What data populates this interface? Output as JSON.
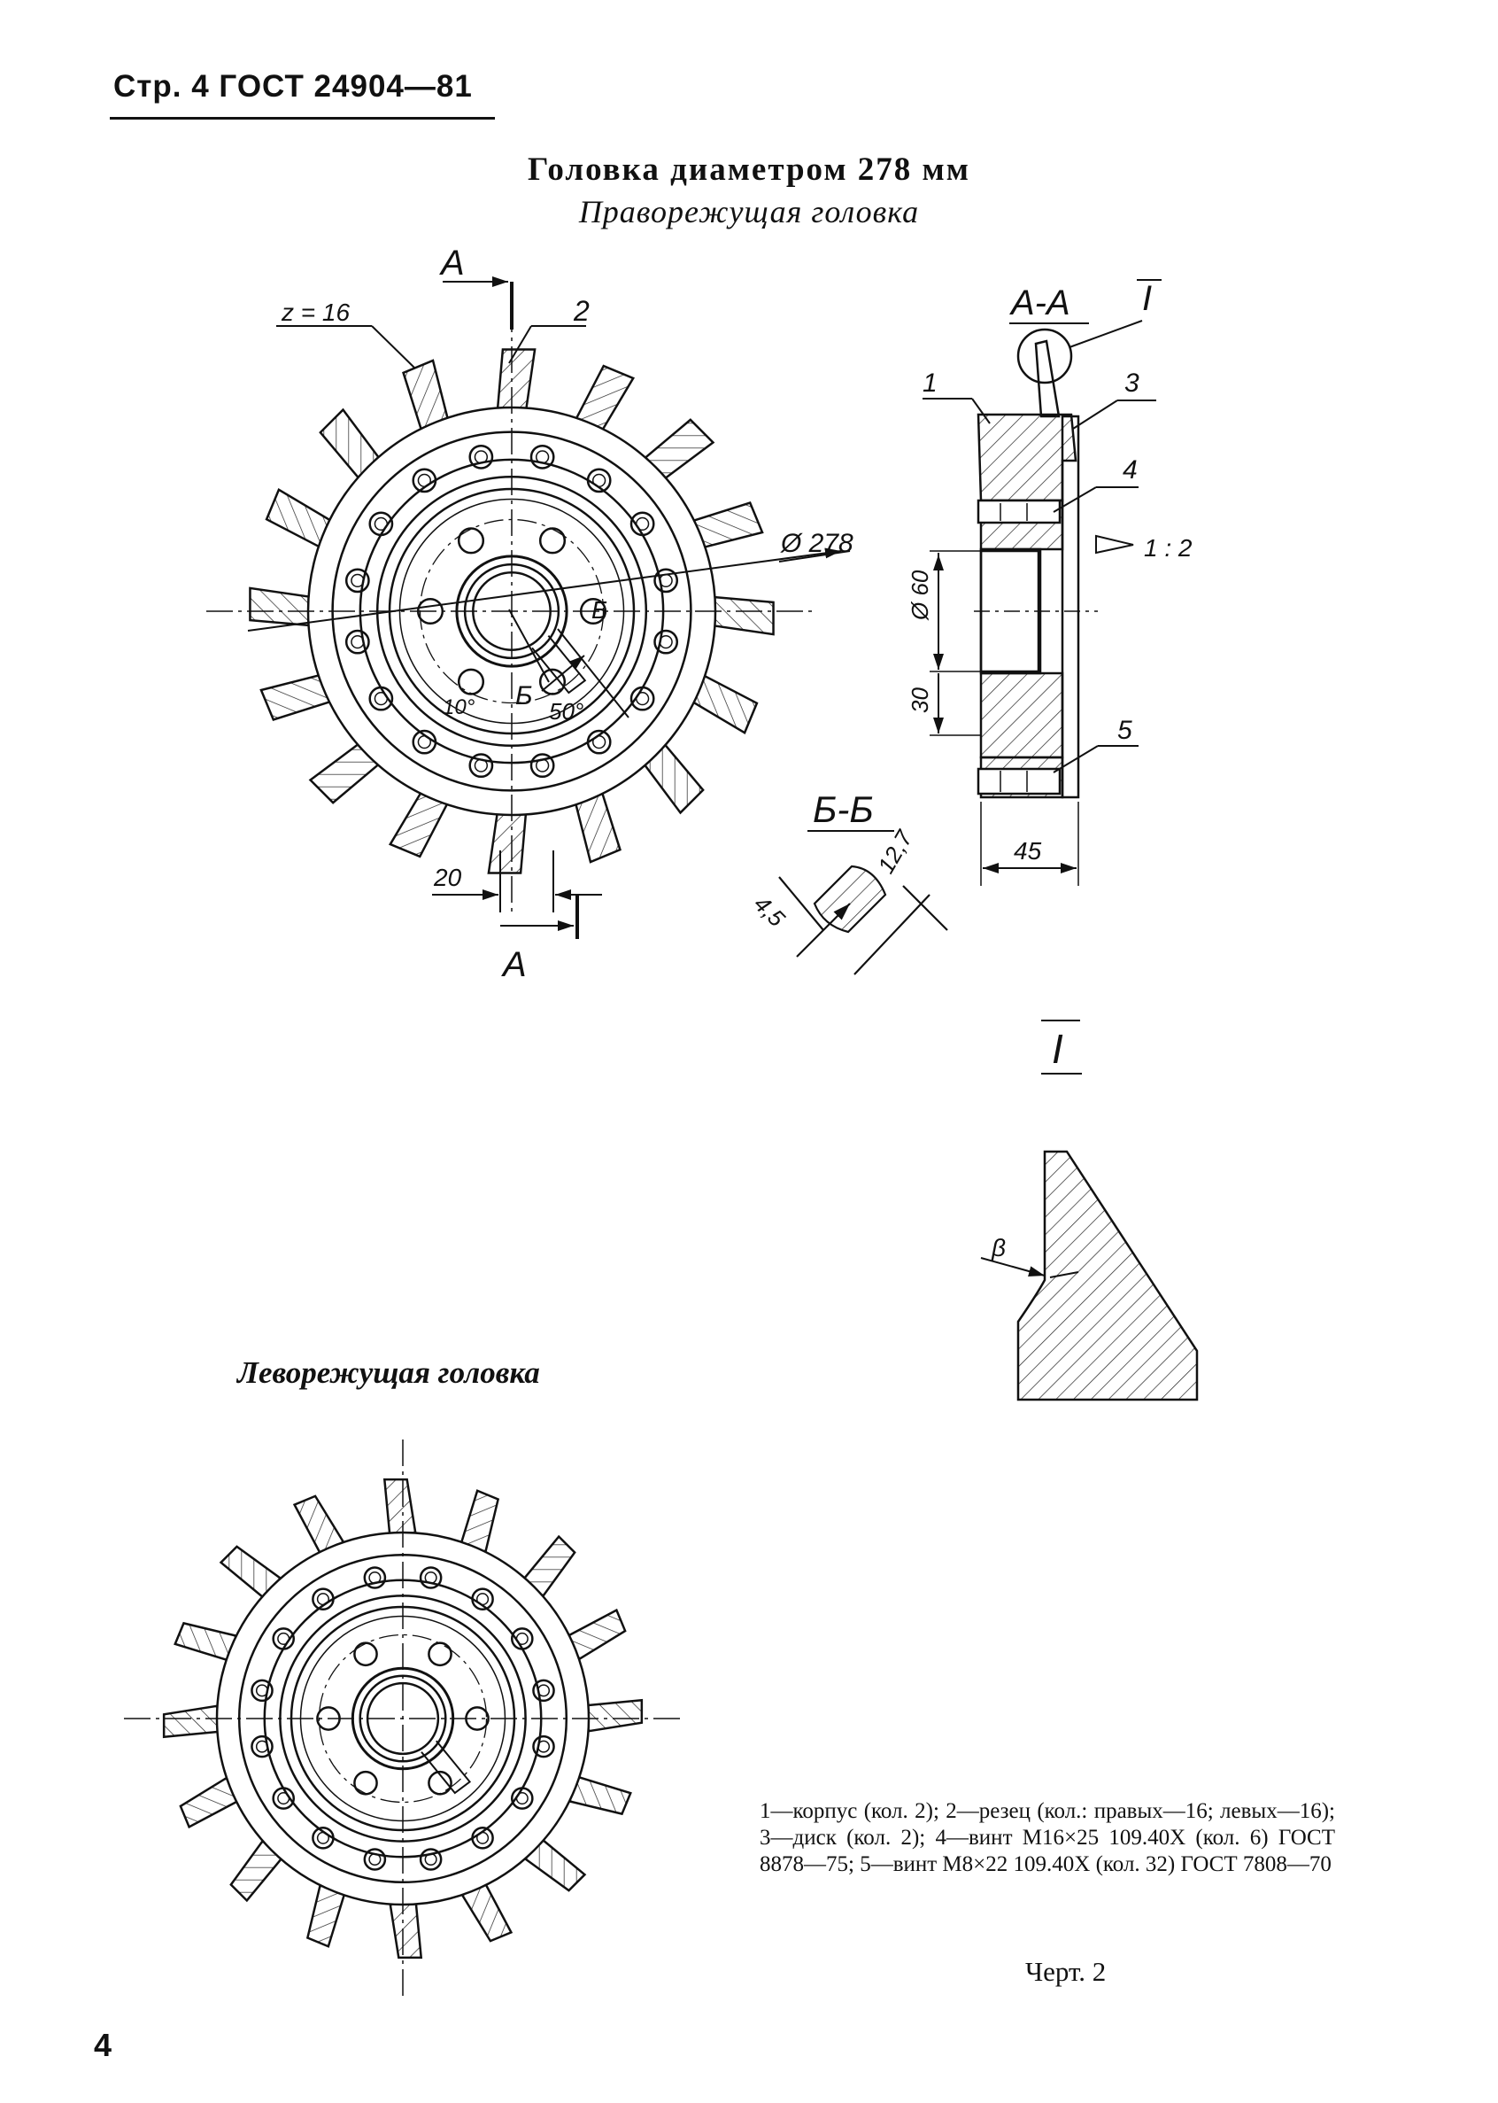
{
  "header": {
    "page_ref": "Стр. 4  ГОСТ 24904—81"
  },
  "title": {
    "main": "Головка диаметром 278 мм",
    "right_head": "Праворежущая головка",
    "left_head": "Леворежущая головка"
  },
  "drawing": {
    "section_a_letter": "А",
    "teeth_count": "z = 16",
    "callout_2": "2",
    "diameter": "Ø 278",
    "angle_10": "10°",
    "angle_50": "50°",
    "label_b": "Б",
    "dim_20": "20",
    "section_aa": "А-А",
    "detail_I": "I",
    "callout_1": "1",
    "callout_3": "3",
    "callout_4": "4",
    "callout_5": "5",
    "taper": "1 : 2",
    "dim_60": "Ø 60",
    "dim_30": "30",
    "dim_45": "45",
    "section_bb": "Б-Б",
    "dim_45b": "4,5",
    "dim_127": "12,7",
    "beta": "β"
  },
  "legend": "1—корпус (кол. 2); 2—резец (кол.: правых—16; левых—16); 3—диск (кол. 2); 4—винт М16×25 109.40Х (кол. 6) ГОСТ 8878—75; 5—винт М8×22 109.40Х (кол. 32) ГОСТ 7808—70",
  "figure_caption": "Черт. 2",
  "page_number": "4"
}
